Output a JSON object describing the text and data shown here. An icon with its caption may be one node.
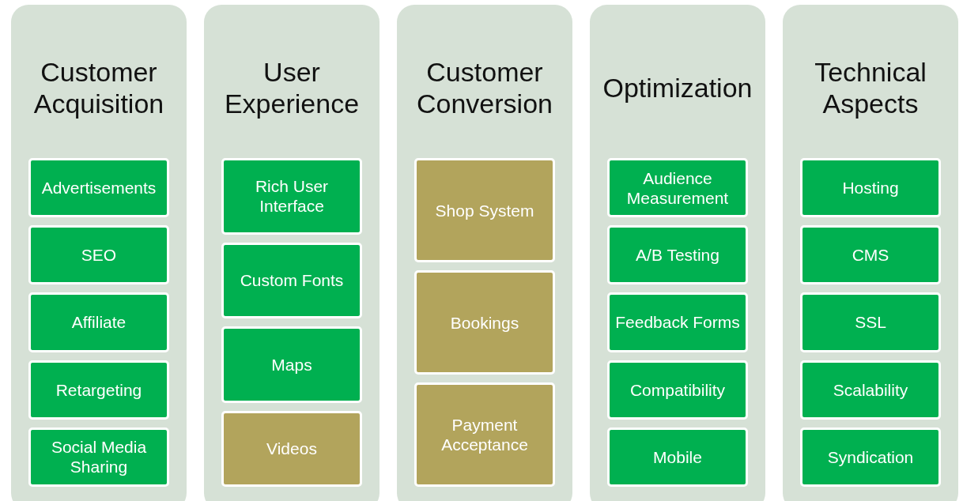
{
  "diagram": {
    "nodes": [
      {
        "text": [
          "Customer Acquisition"
        ]
      },
      {
        "text": [
          "Advertisements"
        ],
        "in": 0
      },
      {
        "text": [
          "SEO"
        ],
        "in": 0
      },
      {
        "text": [
          "Affiliate"
        ],
        "in": 0
      },
      {
        "text": [
          "Retargeting"
        ],
        "in": 0
      },
      {
        "text": [
          "Social Media Sharing"
        ],
        "in": 0
      },
      {
        "text": [
          "User Experience"
        ]
      },
      {
        "text": [
          "Rich User Interface"
        ],
        "in": 6
      },
      {
        "text": [
          "Custom Fonts"
        ],
        "in": 6
      },
      {
        "text": [
          "Maps"
        ],
        "in": 6
      },
      {
        "text": [
          "Videos"
        ],
        "in": 6
      },
      {
        "text": [
          "Customer Conversion"
        ]
      },
      {
        "text": [
          "Shop System"
        ],
        "in": 11
      },
      {
        "text": [
          "Bookings"
        ],
        "in": 11
      },
      {
        "text": [
          "Payment Acceptance"
        ],
        "in": 11
      },
      {
        "text": [
          "Optimization"
        ]
      },
      {
        "text": [
          "Audience Measurement"
        ],
        "in": 15
      },
      {
        "text": [
          "A/B Testing"
        ],
        "in": 15
      },
      {
        "text": [
          "Feedback Forms"
        ],
        "in": 15
      },
      {
        "text": [
          "Compatibility"
        ],
        "in": 15
      },
      {
        "text": [
          "Mobile"
        ],
        "in": 15
      },
      {
        "text": [
          "Technical Aspects"
        ]
      },
      {
        "text": [
          "Hosting"
        ],
        "in": 21
      },
      {
        "text": [
          "CMS"
        ],
        "in": 21
      },
      {
        "text": [
          "SSL"
        ],
        "in": 21
      },
      {
        "text": [
          "Scalability"
        ],
        "in": 21
      },
      {
        "text": [
          "Syndication"
        ],
        "in": 21
      }
    ]
  }
}
